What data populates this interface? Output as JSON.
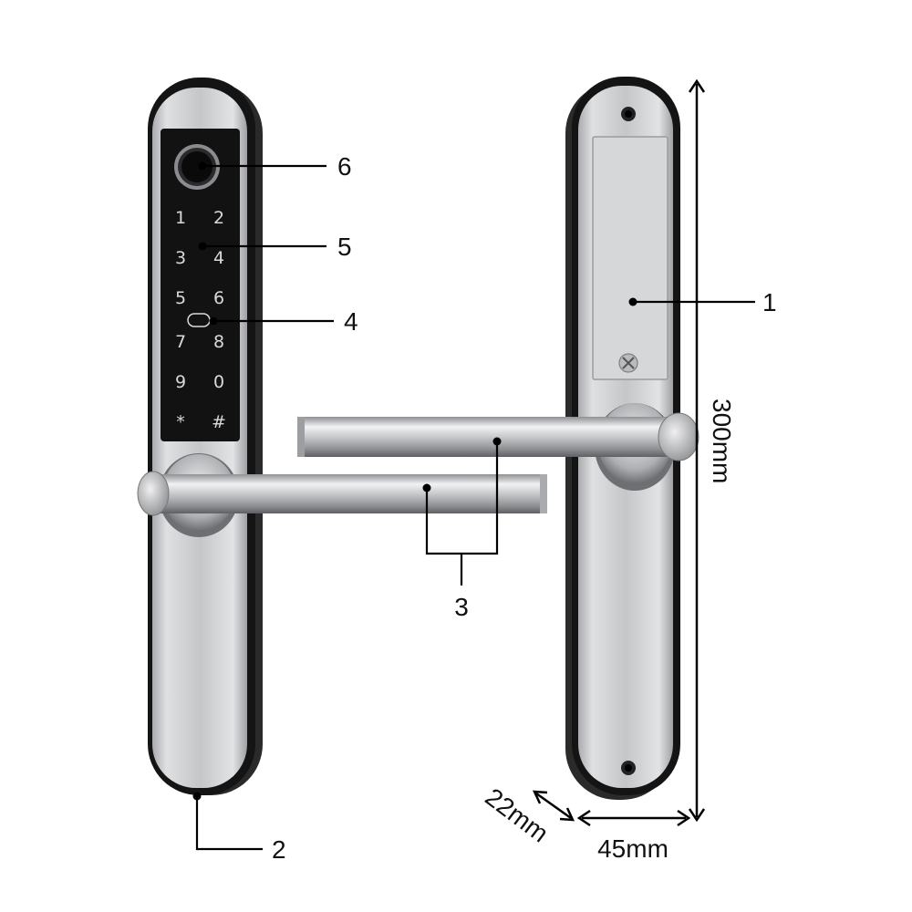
{
  "diagram": {
    "callouts": {
      "c1": "1",
      "c2": "2",
      "c3": "3",
      "c4": "4",
      "c5": "5",
      "c6": "6"
    },
    "dimensions": {
      "height": "300mm",
      "width": "45mm",
      "depth": "22mm"
    },
    "keypad": {
      "k1": "1",
      "k2": "2",
      "k3": "3",
      "k4": "4",
      "k5": "5",
      "k6": "6",
      "k7": "7",
      "k8": "8",
      "k9": "9",
      "k0": "0",
      "kstar": "*",
      "khash": "#"
    },
    "colors": {
      "steel": "#c9cacc",
      "bezel": "#1a1a1a",
      "panel": "#111111",
      "line": "#000000"
    }
  }
}
